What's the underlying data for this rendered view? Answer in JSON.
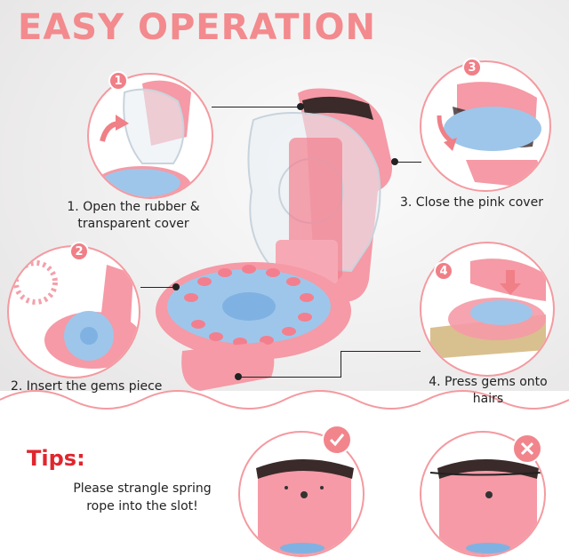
{
  "title": "EASY OPERATION",
  "steps": [
    {
      "number": "1",
      "line1": "1. Open the rubber &",
      "line2": "transparent cover"
    },
    {
      "number": "2",
      "line1": "2. Insert the gems piece"
    },
    {
      "number": "3",
      "line1": "3. Close the pink cover"
    },
    {
      "number": "4",
      "line1": "4. Press gems onto",
      "line2": "hairs"
    }
  ],
  "tips": {
    "title": "Tips:",
    "line1": "Please strangle spring",
    "line2": "rope into the slot!"
  },
  "icons": {
    "correct": "check-icon",
    "wrong": "cross-icon"
  },
  "colors": {
    "title": "#f38a8e",
    "accent": "#f07f87",
    "tips": "#e0262e",
    "device_pink": "#f59aa6",
    "device_blue": "#9ec6ea"
  }
}
